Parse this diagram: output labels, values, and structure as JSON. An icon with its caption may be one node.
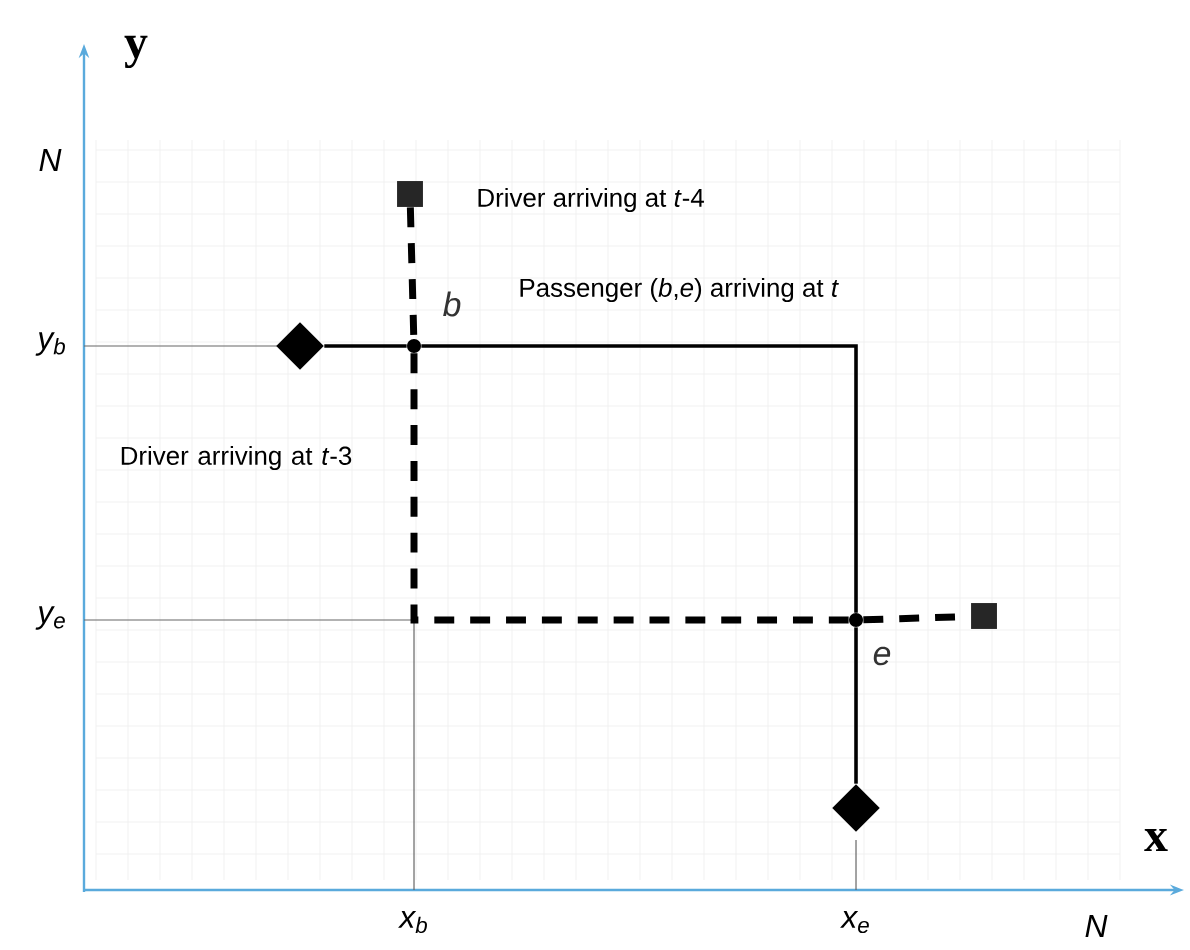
{
  "diagram": {
    "nodes": [
      {
        "text": [],
        "shape": "box"
      },
      {
        "text": [],
        "shape": "diamond"
      },
      {
        "text": [],
        "shape": "circle",
        "beside": [
          "b"
        ]
      },
      {
        "text": [],
        "shape": "circle",
        "beside": [
          "e"
        ]
      },
      {
        "text": [],
        "shape": "box"
      },
      {
        "text": [],
        "shape": "diamond"
      }
    ],
    "edges": [
      {
        "from": 1,
        "to": 2,
        "arrow": "none"
      },
      {
        "from": 2,
        "to": 3,
        "arrow": "none"
      },
      {
        "from": 3,
        "to": 5,
        "arrow": "none"
      },
      {
        "from": 0,
        "to": 2,
        "arrow": "none",
        "style": "dashed"
      },
      {
        "from": 2,
        "to": 3,
        "arrow": "none",
        "style": "dashed"
      },
      {
        "from": 3,
        "to": 4,
        "arrow": "none",
        "style": "dashed"
      }
    ],
    "labels": [
      "y",
      "N",
      "Driver arriving at *t*-4",
      "Passenger (*b*,*e*) arriving at *t*",
      "y$_{b}$",
      "Driver arriving at *t*-3",
      "y$_{e}$",
      "x",
      "x$_{b}$",
      "x$_{e}$",
      "N"
    ]
  }
}
